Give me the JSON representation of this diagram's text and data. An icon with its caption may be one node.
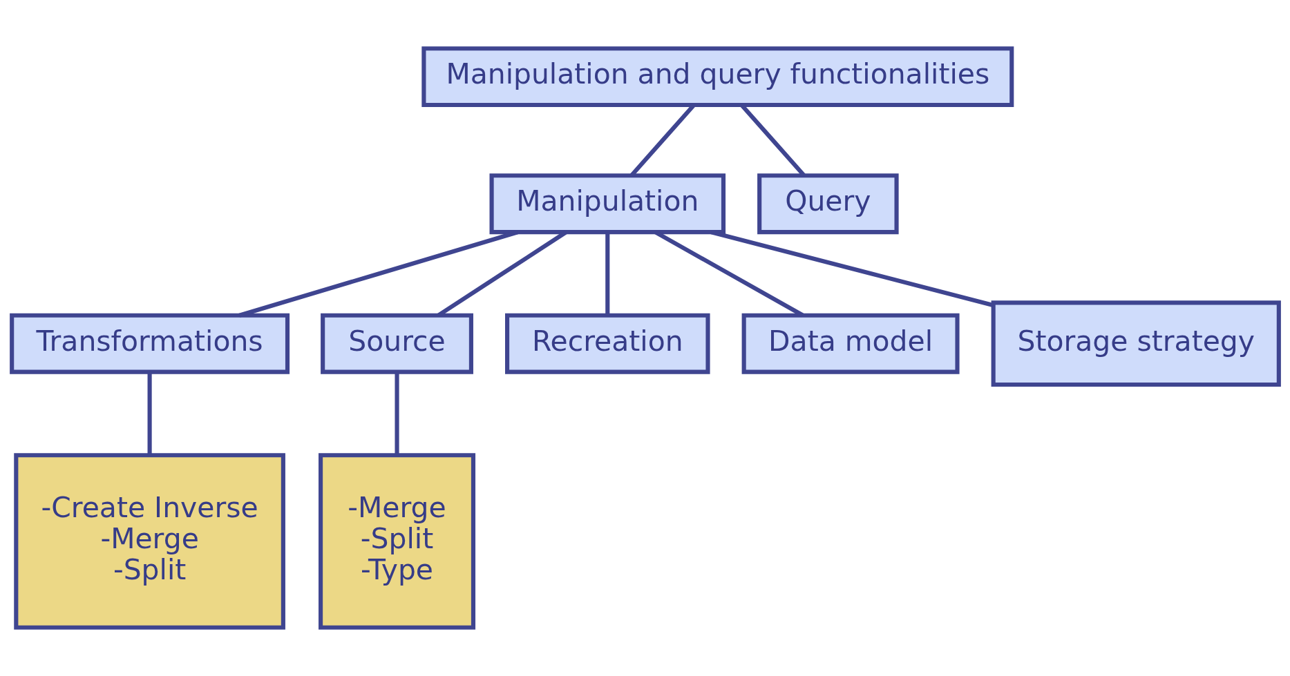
{
  "diagram": {
    "nodes": [
      {
        "text": [
          "Manipulation and query functionalities"
        ]
      },
      {
        "text": [
          "Manipulation"
        ]
      },
      {
        "text": [
          "Query"
        ]
      },
      {
        "text": [
          "Transformations"
        ]
      },
      {
        "text": [
          "Source"
        ]
      },
      {
        "text": [
          "Recreation"
        ]
      },
      {
        "text": [
          "Data model"
        ]
      },
      {
        "text": [
          "Storage strategy"
        ]
      },
      {
        "text": [
          "-Create Inverse",
          "-Merge",
          "-Split"
        ]
      },
      {
        "text": [
          "-Merge",
          "-Split",
          "-Type"
        ]
      }
    ],
    "edges": [
      {
        "from": 0,
        "to": 1,
        "arrow": "none"
      },
      {
        "from": 0,
        "to": 2,
        "arrow": "none"
      },
      {
        "from": 1,
        "to": 3,
        "arrow": "none"
      },
      {
        "from": 1,
        "to": 4,
        "arrow": "none"
      },
      {
        "from": 1,
        "to": 5,
        "arrow": "none"
      },
      {
        "from": 1,
        "to": 6,
        "arrow": "none"
      },
      {
        "from": 1,
        "to": 7,
        "arrow": "none"
      },
      {
        "from": 3,
        "to": 8,
        "arrow": "none"
      },
      {
        "from": 4,
        "to": 9,
        "arrow": "none"
      }
    ]
  }
}
